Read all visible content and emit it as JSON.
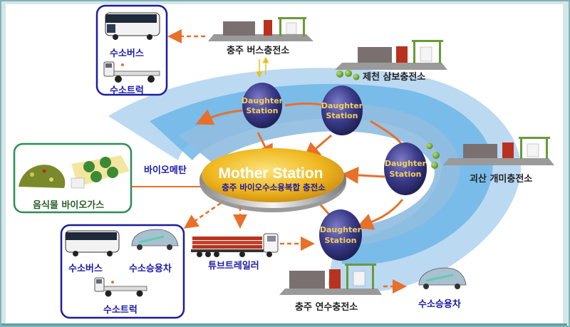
{
  "diagram": {
    "mother_station": {
      "title": "Mother Station",
      "subtitle": "충주 바이오수소융복합 충전소"
    },
    "daughter_stations": [
      {
        "label_line1": "Daughter",
        "label_line2": "Station"
      },
      {
        "label_line1": "Daughter",
        "label_line2": "Station"
      },
      {
        "label_line1": "Daughter",
        "label_line2": "Station"
      },
      {
        "label_line1": "Daughter",
        "label_line2": "Station"
      }
    ],
    "charging_stations": [
      {
        "name": "충주 버스충전소"
      },
      {
        "name": "제천 삼보충전소"
      },
      {
        "name": "괴산 개미충전소"
      },
      {
        "name": "충주 연수충전소"
      }
    ],
    "vehicle_box_top": {
      "items": [
        "수소버스",
        "수소트럭"
      ]
    },
    "vehicle_box_bottom": {
      "items": [
        "수소버스",
        "수소승용차",
        "수소트럭"
      ]
    },
    "biogas": {
      "box_label": "음식물 바이오가스",
      "link_label": "바이오메탄"
    },
    "tube_trailer": {
      "label": "튜브트레일러"
    },
    "end_vehicle": {
      "label": "수소승용차"
    },
    "colors": {
      "vehicle_box_border": "#1c1ca0",
      "biogas_box_border": "#2e8b57",
      "arrow": "#e8702a",
      "sphere": "#3a3a8a",
      "mother_disc": "#f0b820",
      "label_blue": "#1a1aa8",
      "fan_light": "#bcd9f2",
      "fan_mid": "#6fb6e8"
    }
  }
}
